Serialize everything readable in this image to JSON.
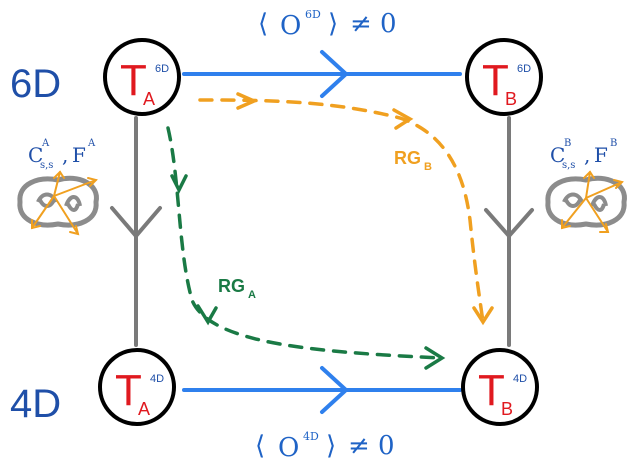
{
  "dimensions": {
    "top": "6D",
    "bottom": "4D"
  },
  "nodes": {
    "a6": {
      "letter": "T",
      "sub": "A",
      "sup": "6D"
    },
    "b6": {
      "letter": "T",
      "sub": "B",
      "sup": "6D"
    },
    "a4": {
      "letter": "T",
      "sub": "A",
      "sup": "4D"
    },
    "b4": {
      "letter": "T",
      "sub": "B",
      "sup": "4D"
    }
  },
  "vev_labels": {
    "top": {
      "open": "⟨",
      "op": "O",
      "sup": "6D",
      "close": "⟩",
      "rel": "≠ 0"
    },
    "bottom": {
      "open": "⟨",
      "op": "O",
      "sup": "4D",
      "close": "⟩",
      "rel": "≠ 0"
    }
  },
  "rg_flows": {
    "a": {
      "label": "RG",
      "sub": "A",
      "color": "#1a7a45"
    },
    "b": {
      "label": "RG",
      "sub": "B",
      "color": "#f0a020"
    }
  },
  "compactification": {
    "left": {
      "c": "C",
      "c_sup": "A",
      "c_sub": "s,s",
      "f": "F",
      "f_sup": "A",
      "sep": ","
    },
    "right": {
      "c": "C",
      "c_sup": "B",
      "c_sub": "s,s",
      "f": "F",
      "f_sup": "B",
      "sep": ","
    }
  },
  "colors": {
    "arrow_blue": "#2f80ed",
    "label_blue": "#1f4fa8",
    "node_red": "#e0191f",
    "rg_green": "#1a7a45",
    "rg_orange": "#f0a020",
    "vertical_gray": "#7a7a7a",
    "surface_gray": "#8c8c8c"
  },
  "icons": [
    "riemann-surface-icon",
    "compactification-arrow-icon"
  ]
}
